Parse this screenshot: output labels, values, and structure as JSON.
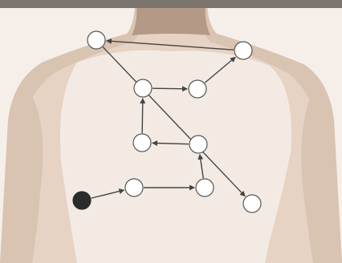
{
  "figure": {
    "kind": "torso-sequence-diagram",
    "colors": {
      "background": "#f6efe9",
      "top_band": "#7c746e",
      "skin_dark": "#d9c3b1",
      "skin_mid": "#e6d3c4",
      "skin_light": "#f3ebe3",
      "outline": "#b49a86",
      "node_fill": "#ffffff",
      "node_stroke": "#555555",
      "arrow": "#444444",
      "start_node": "#2b2b2b"
    },
    "nodes": [
      {
        "id": "a",
        "role": "start",
        "filled": true
      },
      {
        "id": "b",
        "filled": false
      },
      {
        "id": "c",
        "filled": false
      },
      {
        "id": "d",
        "filled": false
      },
      {
        "id": "e",
        "filled": false
      },
      {
        "id": "f",
        "filled": false
      },
      {
        "id": "g",
        "filled": false
      },
      {
        "id": "h",
        "filled": false
      },
      {
        "id": "i",
        "filled": false
      },
      {
        "id": "j",
        "filled": false
      }
    ],
    "sequence": [
      "a",
      "b",
      "c",
      "d",
      "e",
      "f",
      "g",
      "h",
      "i",
      "j"
    ],
    "text_labels": []
  }
}
